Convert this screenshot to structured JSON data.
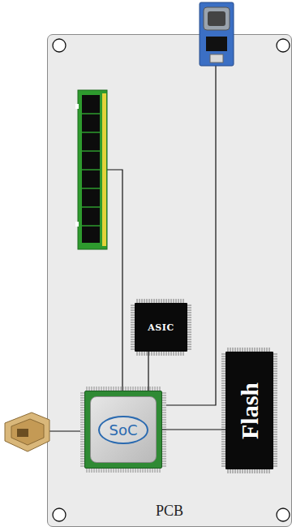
{
  "diagram": {
    "nodes": [
      {
        "text": [
          "PCB"
        ]
      },
      {
        "text": [
          "ASIC"
        ],
        "in": 0
      },
      {
        "text": [
          "SoC"
        ],
        "in": 0
      },
      {
        "text": [
          "Flash"
        ],
        "in": 0
      }
    ],
    "edges": [
      {
        "from": 2,
        "to": 1,
        "arrow": "none"
      },
      {
        "from": 2,
        "to": 3,
        "arrow": "none"
      }
    ]
  }
}
